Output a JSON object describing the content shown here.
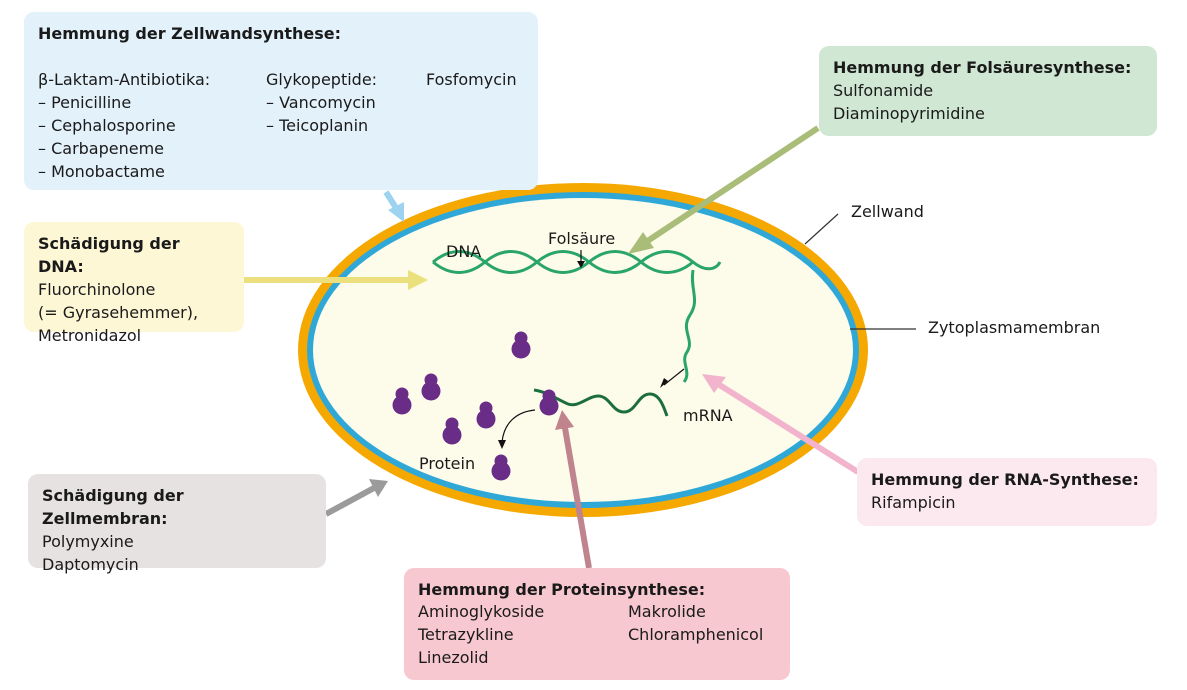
{
  "boxes": {
    "cell_wall": {
      "title": "Hemmung der Zellwandsynthese:",
      "col1": [
        "β-Laktam-Antibiotika:",
        "– Penicilline",
        "– Cephalosporine",
        "– Carbapeneme",
        "– Monobactame"
      ],
      "col2": [
        "Glykopeptide:",
        "– Vancomycin",
        "– Teicoplanin"
      ],
      "col3": [
        "Fosfomycin"
      ]
    },
    "folate": {
      "title": "Hemmung der Folsäuresynthese:",
      "items": [
        "Sulfonamide",
        "Diaminopyrimidine"
      ]
    },
    "dna": {
      "title": "Schädigung der DNA:",
      "items": [
        "Fluorchinolone",
        "(= Gyrasehemmer),",
        "Metronidazol"
      ]
    },
    "membrane": {
      "title": "Schädigung der Zellmembran:",
      "items": [
        "Polymyxine",
        "Daptomycin"
      ]
    },
    "rna": {
      "title": "Hemmung der RNA-Synthese:",
      "items": [
        "Rifampicin"
      ]
    },
    "protein": {
      "title": "Hemmung der Proteinsynthese:",
      "col1": [
        "Aminoglykoside",
        "Tetrazykline",
        "Linezolid"
      ],
      "col2": [
        "Makrolide",
        "Chloramphenicol"
      ]
    }
  },
  "cell_labels": {
    "wall": "Zellwand",
    "membrane": "Zytoplasmamembran",
    "dna": "DNA",
    "folate": "Folsäure",
    "mrna": "mRNA",
    "protein": "Protein"
  },
  "colors": {
    "cell_wall": "#f5a800",
    "cell_membrane": "#2fa8d8",
    "cytoplasm": "#fdfbea",
    "dna_strand": "#2aa56a",
    "mrna_strand": "#1d6e3f",
    "ribosome": "#6a2d87",
    "arrow_wall": "#9ed3ef",
    "arrow_folate": "#a9bd78",
    "arrow_dna": "#ece07e",
    "arrow_membrane": "#9b9b9b",
    "arrow_rna": "#f2b3cc",
    "arrow_protein": "#c0848e"
  }
}
